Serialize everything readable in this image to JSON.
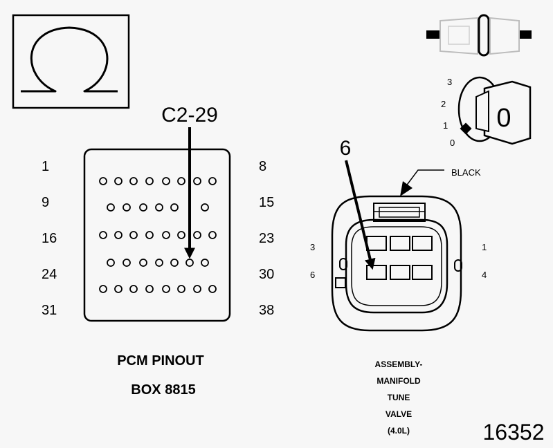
{
  "ohmmeter_symbol": "Ω",
  "pcm": {
    "callout": "C2-29",
    "title_line1": "PCM PINOUT",
    "title_line2": "BOX 8815",
    "row_labels_left": [
      "1",
      "9",
      "16",
      "24",
      "31"
    ],
    "row_labels_right": [
      "8",
      "15",
      "23",
      "30",
      "38"
    ]
  },
  "connector": {
    "pin_callout": "6",
    "wire_label": "BLACK",
    "pin_labels": {
      "top_left": "3",
      "bottom_left": "6",
      "top_right": "1",
      "bottom_right": "4"
    },
    "caption_lines": [
      "ASSEMBLY-",
      "MANIFOLD",
      "TUNE",
      "VALVE",
      "(4.0L)"
    ]
  },
  "ignition": {
    "positions": [
      "3",
      "2",
      "1",
      "0"
    ],
    "key_label": "0"
  },
  "figure_number": "16352"
}
